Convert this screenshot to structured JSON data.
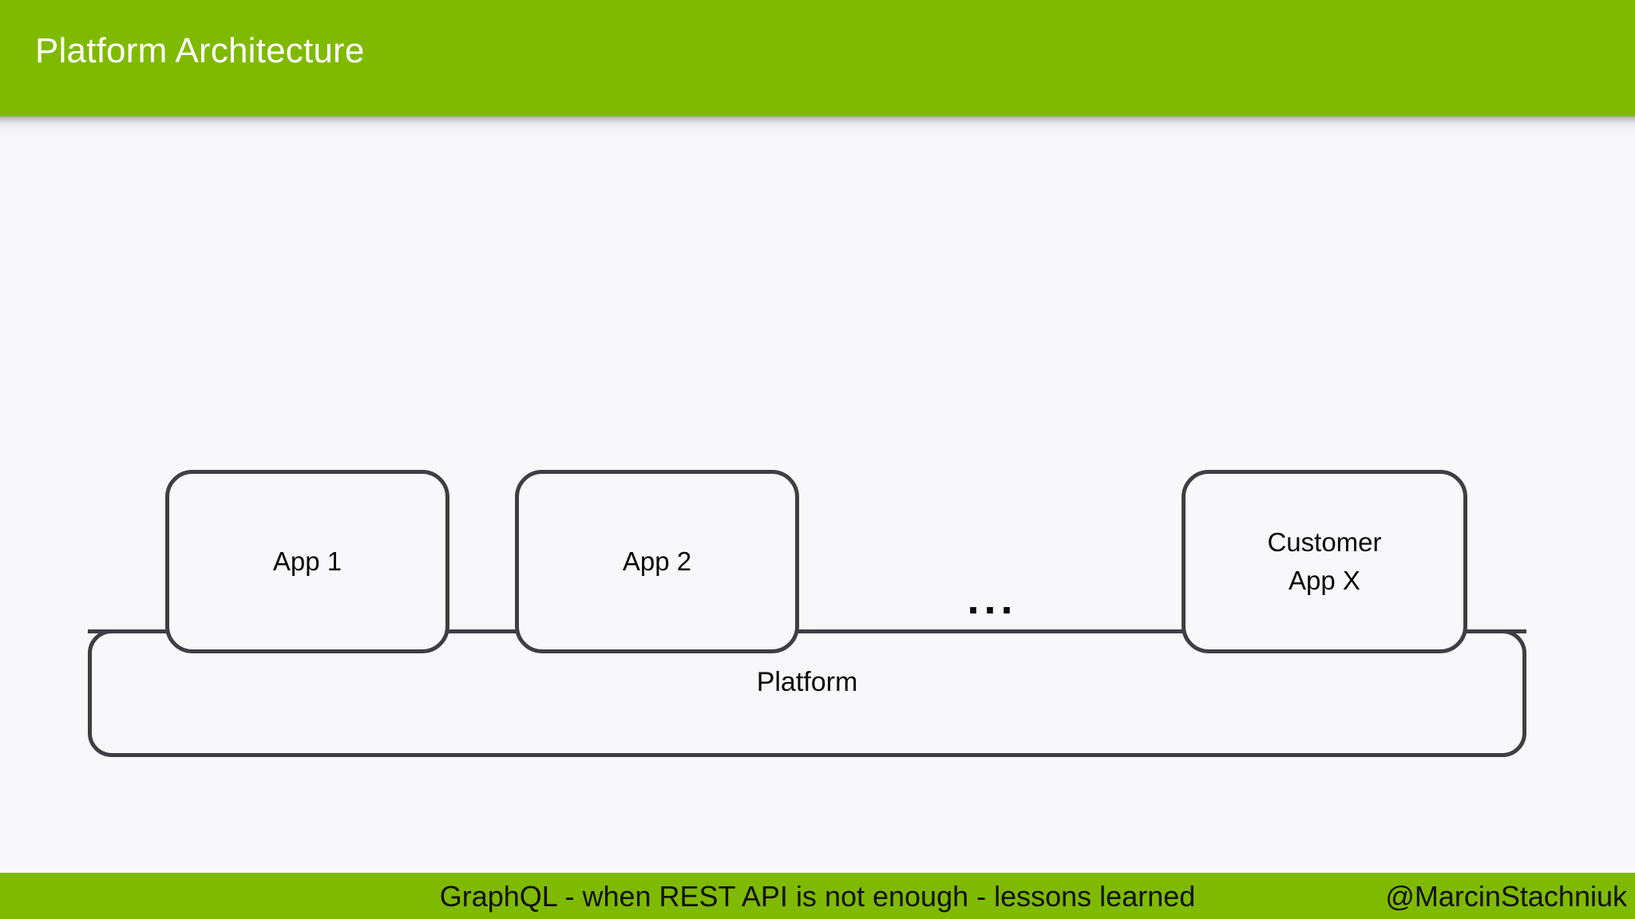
{
  "slide": {
    "title": "Platform Architecture",
    "background_color": "#f8f8fa",
    "accent_color": "#7fba00",
    "stroke_color": "#3f3e45",
    "title_color": "#ffffff"
  },
  "footer": {
    "talk_title": "GraphQL - when REST API is not enough - lessons learned",
    "handle": "@MarcinStachniuk"
  },
  "diagram": {
    "type": "layered-architecture",
    "ellipsis": "...",
    "nodes": [
      {
        "id": "app1",
        "label": "App 1",
        "layer": "applications"
      },
      {
        "id": "app2",
        "label": "App 2",
        "layer": "applications"
      },
      {
        "id": "customer_app",
        "label": "Customer\nApp X",
        "layer": "applications"
      },
      {
        "id": "platform",
        "label": "Platform",
        "layer": "foundation"
      }
    ]
  }
}
